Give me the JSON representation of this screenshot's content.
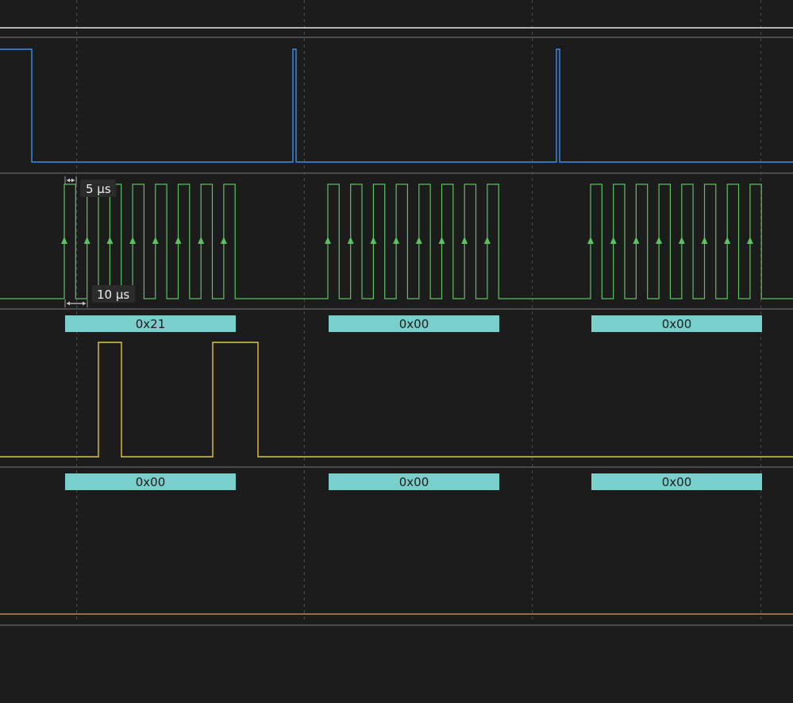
{
  "app": {
    "background": "#1c1c1c",
    "separator_color": "#4b4b4d",
    "grid_color": "#4a4a4a"
  },
  "channels": [
    {
      "id": "ch0",
      "color": "#e8e8e8",
      "kind": "digital"
    },
    {
      "id": "ch1",
      "color": "#3d8df0",
      "kind": "digital"
    },
    {
      "id": "ch2",
      "color": "#5ec062",
      "kind": "digital",
      "edge_marker": "rising-edge-arrow-icon"
    },
    {
      "id": "ch3",
      "color": "#e3c93b",
      "kind": "digital"
    },
    {
      "id": "ch4",
      "color": "#e09a6a",
      "kind": "digital"
    }
  ],
  "decoder_rows": [
    {
      "id": "decoder-row-1",
      "color": "#78cfcb",
      "frames": [
        {
          "label": "0x21"
        },
        {
          "label": "0x00"
        },
        {
          "label": "0x00"
        }
      ]
    },
    {
      "id": "decoder-row-2",
      "color": "#78cfcb",
      "frames": [
        {
          "label": "0x00"
        },
        {
          "label": "0x00"
        },
        {
          "label": "0x00"
        }
      ]
    }
  ],
  "measurements": [
    {
      "id": "pulse-width",
      "label": "5 µs"
    },
    {
      "id": "period",
      "label": "10 µs"
    }
  ]
}
